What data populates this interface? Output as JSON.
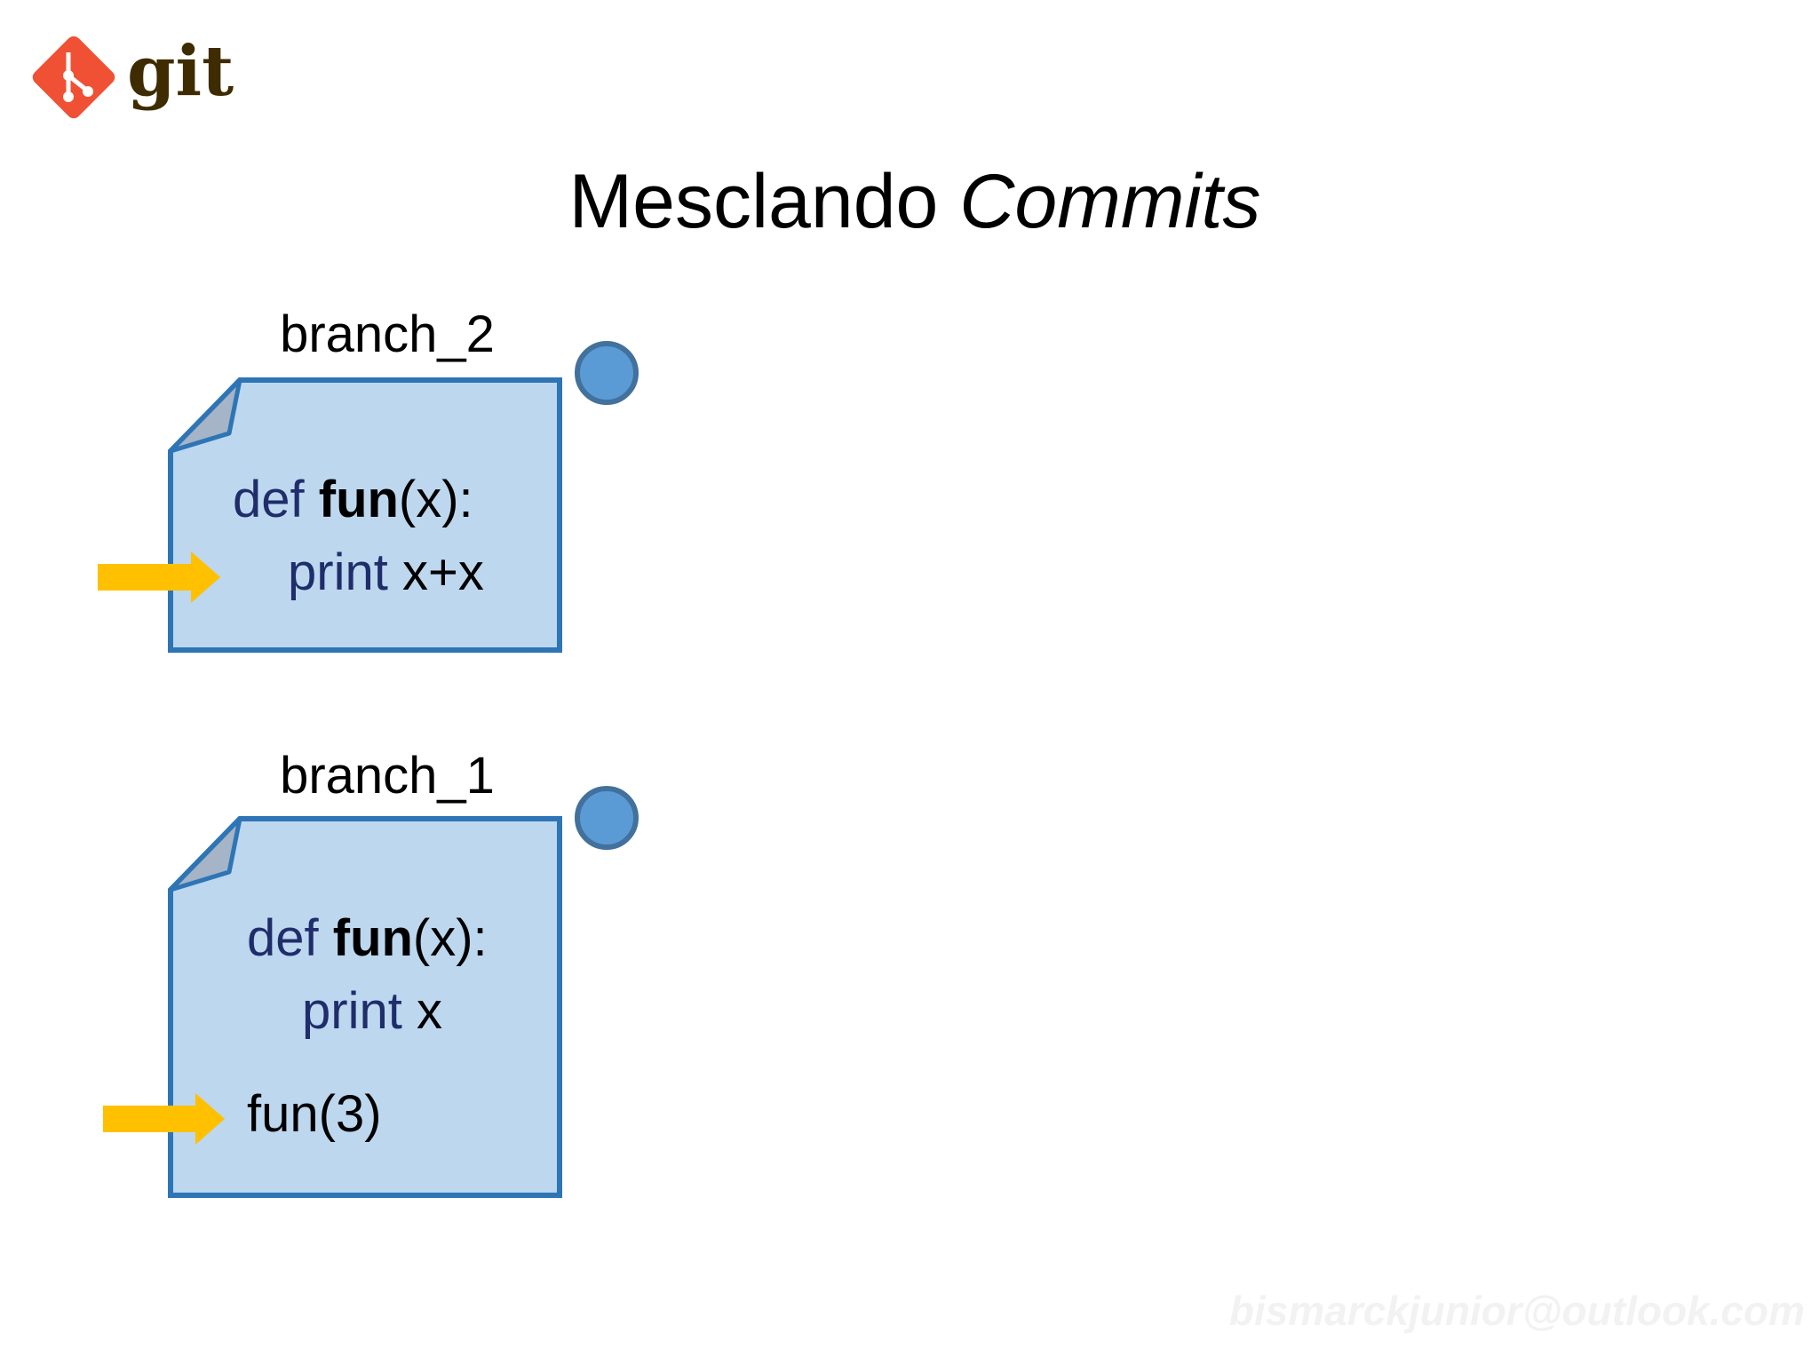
{
  "logo": {
    "text": "git",
    "colors": {
      "diamond": "#f05033",
      "text": "#3e2c00"
    }
  },
  "title": {
    "plain": "Mesclando ",
    "italic": "Commits"
  },
  "branches": [
    {
      "label": "branch_2",
      "lines": [
        {
          "parts": [
            {
              "text": "def ",
              "bold": false
            },
            {
              "text": "fun",
              "bold": true
            },
            {
              "text": "(x):",
              "bold": false
            }
          ],
          "color": "#1f2d6b"
        },
        {
          "parts": [
            {
              "text": "print ",
              "bold": false,
              "color": "#1f2d6b"
            },
            {
              "text": "x+x",
              "bold": false,
              "color": "#000000"
            }
          ]
        }
      ],
      "arrow_line": 2
    },
    {
      "label": "branch_1",
      "lines": [
        {
          "parts": [
            {
              "text": "def ",
              "bold": false
            },
            {
              "text": "fun",
              "bold": true
            },
            {
              "text": "(x):",
              "bold": false
            }
          ],
          "color": "#1f2d6b"
        },
        {
          "parts": [
            {
              "text": "print ",
              "bold": false,
              "color": "#1f2d6b"
            },
            {
              "text": "x",
              "bold": false,
              "color": "#000000"
            }
          ]
        },
        {
          "parts": [
            {
              "text": "fun(3)",
              "bold": false,
              "color": "#000000"
            }
          ]
        }
      ],
      "arrow_line": 3
    }
  ],
  "watermark": "bismarckjunior@outlook.com",
  "colors": {
    "doc_fill": "#bdd7ee",
    "doc_stroke": "#2e75b6",
    "fold_fill": "#a5b4c6",
    "commit_fill": "#5b9bd5",
    "commit_stroke": "#41719c",
    "arrow": "#ffc000",
    "code_blue": "#1f2d6b",
    "watermark": "#f2f2f2"
  }
}
